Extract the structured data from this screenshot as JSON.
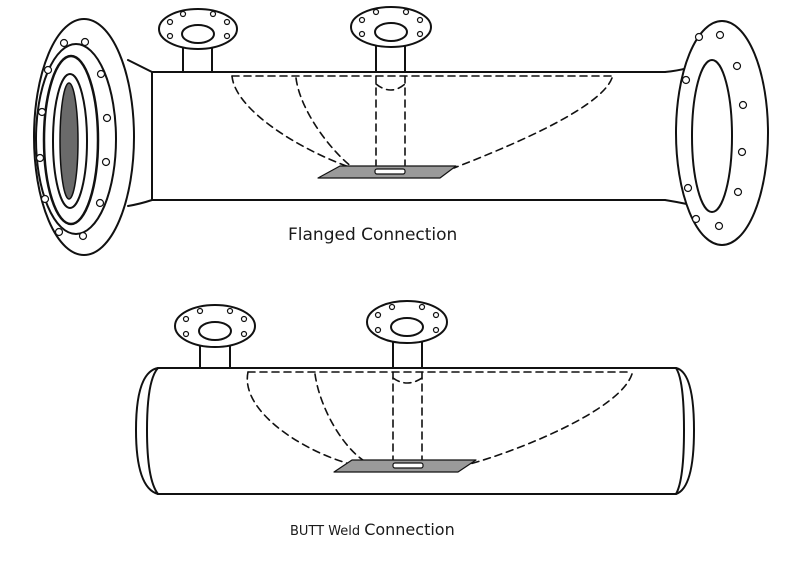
{
  "captions": {
    "flanged": "Flanged Connection",
    "butt_prefix": "BUTT Weld",
    "butt_suffix": "Connection"
  },
  "colors": {
    "line": "#111111",
    "pad": "#9a9a9a",
    "bore": "#6a6a6a"
  },
  "diagrams": [
    {
      "id": "flanged",
      "end_type": "flanged",
      "taps": 2
    },
    {
      "id": "butt-weld",
      "end_type": "butt-weld",
      "taps": 2
    }
  ]
}
